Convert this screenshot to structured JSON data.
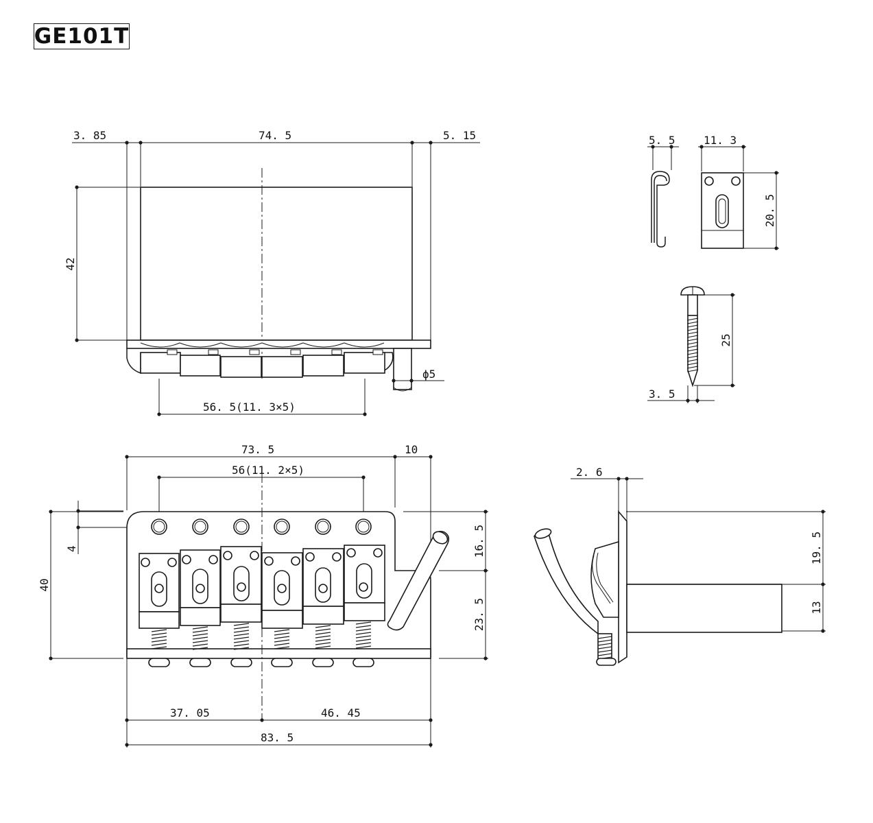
{
  "title": "GE101T",
  "dims": {
    "top_left_offset": "3. 85",
    "top_width": "74. 5",
    "top_right_offset": "5. 15",
    "top_height": "42",
    "saddle_spacing": "56. 5(11. 3×5)",
    "arm_diameter": "ϕ5",
    "front_width": "73. 5",
    "front_arm_offset": "10",
    "string_spacing": "56(11. 2×5)",
    "front_hole_offset": "4",
    "front_height": "40",
    "front_upper_height": "16. 5",
    "front_lower_height": "23. 5",
    "front_left_part": "37. 05",
    "front_right_part": "46. 45",
    "front_total": "83. 5",
    "hook_width": "5. 5",
    "claw_width": "11. 3",
    "claw_height": "20. 5",
    "screw_length": "25",
    "screw_diameter": "3. 5",
    "side_plate": "2. 6",
    "side_upper": "19. 5",
    "side_lower": "13"
  }
}
